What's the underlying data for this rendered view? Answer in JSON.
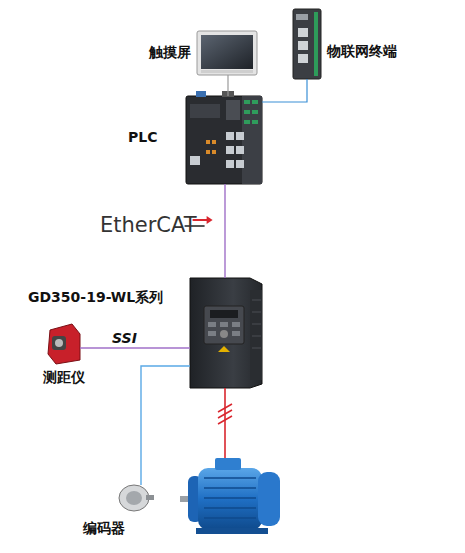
{
  "diagram": {
    "nodes": [
      {
        "text": [
          "触摸屏"
        ]
      },
      {
        "text": [
          "物联网终端"
        ]
      },
      {
        "text": [
          "PLC"
        ]
      },
      {
        "text": [
          "GD350-19-WL系列"
        ]
      },
      {
        "text": [
          "测距仪"
        ]
      },
      {
        "text": [
          "编码器"
        ]
      }
    ],
    "edges": [
      {
        "from": 0,
        "to": 2,
        "arrow": "none"
      },
      {
        "from": 1,
        "to": 2,
        "arrow": "none"
      },
      {
        "from": 2,
        "to": 3,
        "label": "EtherCAT",
        "arrow": "none"
      },
      {
        "from": 3,
        "to": 4,
        "label": "SSI",
        "arrow": "none"
      },
      {
        "from": 3,
        "to": 5,
        "arrow": "none"
      }
    ]
  }
}
